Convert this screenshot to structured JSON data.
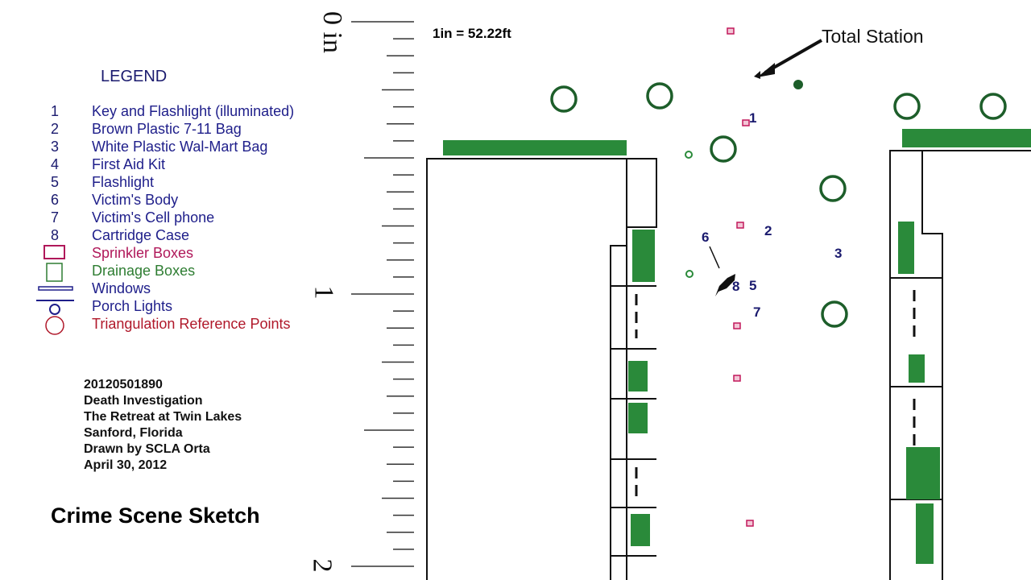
{
  "scale_text": "1in = 52.22ft",
  "total_station_label": "Total Station",
  "ruler": {
    "zero": "0 in",
    "one": "1",
    "two": "2"
  },
  "legend": {
    "title": "LEGEND",
    "items": [
      {
        "key": "1",
        "label": "Key and Flashlight (illuminated)",
        "color": "#1e1e8a"
      },
      {
        "key": "2",
        "label": "Brown Plastic 7-11 Bag",
        "color": "#1e1e8a"
      },
      {
        "key": "3",
        "label": "White Plastic Wal-Mart Bag",
        "color": "#1e1e8a"
      },
      {
        "key": "4",
        "label": "First Aid Kit",
        "color": "#1e1e8a"
      },
      {
        "key": "5",
        "label": "Flashlight",
        "color": "#1e1e8a"
      },
      {
        "key": "6",
        "label": "Victim's Body",
        "color": "#1e1e8a"
      },
      {
        "key": "7",
        "label": "Victim's Cell phone",
        "color": "#1e1e8a"
      },
      {
        "key": "8",
        "label": "Cartridge Case",
        "color": "#1e1e8a"
      },
      {
        "symbol": "sprinkler-box",
        "label": "Sprinkler Boxes",
        "color": "#b0185a"
      },
      {
        "symbol": "drainage-box",
        "label": "Drainage Boxes",
        "color": "#2e7d32"
      },
      {
        "symbol": "window",
        "label": "Windows",
        "color": "#1e1e8a"
      },
      {
        "symbol": "porch-light",
        "label": "Porch Lights",
        "color": "#1e1e8a"
      },
      {
        "symbol": "triangulation-point",
        "label": "Triangulation Reference Points",
        "color": "#b0182a"
      }
    ]
  },
  "case_info": [
    "20120501890",
    "Death Investigation",
    "The Retreat at Twin Lakes",
    "Sanford, Florida",
    "Drawn by SCLA Orta",
    "April 30, 2012"
  ],
  "caption": "Crime Scene Sketch",
  "markers": {
    "m1": "1",
    "m2": "2",
    "m3": "3",
    "m5": "5",
    "m6": "6",
    "m7": "7",
    "m8": "8"
  },
  "colors": {
    "hedge": "#2a8a3a",
    "sprinkler": "#c2185b",
    "outline": "#111111",
    "marker": "#1a1a6e"
  }
}
